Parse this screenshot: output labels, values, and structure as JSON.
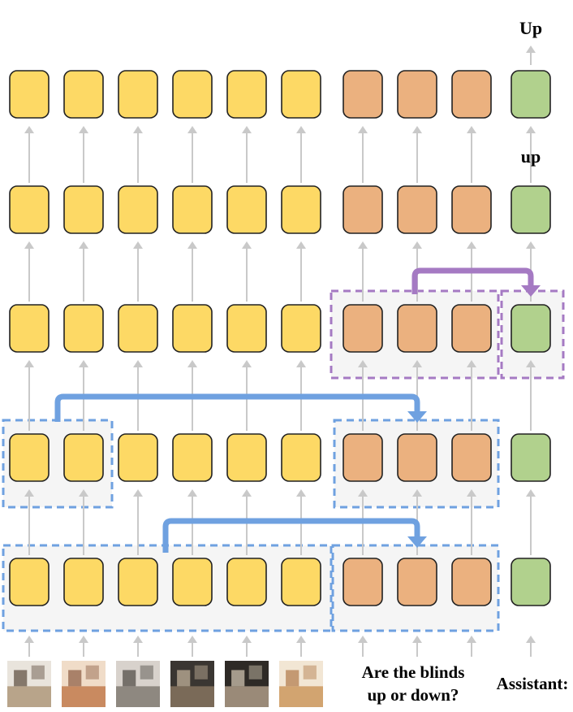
{
  "labels": {
    "output_top": "Up",
    "output_mid": "up",
    "question_line1": "Are the blinds",
    "question_line2": "up or down?",
    "assistant": "Assistant:"
  },
  "token_groups": {
    "image_tokens": 6,
    "question_tokens": 3,
    "assistant_tokens": 1
  },
  "layers": 5,
  "colors": {
    "image_token": "#FDD965",
    "question_token": "#EBB17F",
    "assistant_token": "#B1D18D",
    "arrow": "#C9C9C9",
    "blue_route": "#6FA1E0",
    "purple_route": "#A57AC3",
    "group_fill": "#F5F5F5"
  },
  "thumbnails": [
    "kitchen-cabinets-thumbnail",
    "curtains-room-thumbnail",
    "kitchen-island-thumbnail",
    "bar-stools-thumbnail",
    "kitchen-counter-thumbnail",
    "wooden-chairs-thumbnail"
  ]
}
